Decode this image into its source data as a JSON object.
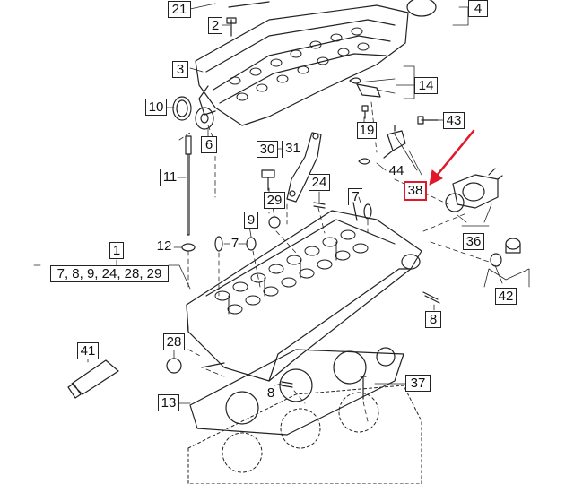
{
  "callouts": {
    "c21": "21",
    "c2": "2",
    "c4": "4",
    "c3": "3",
    "c14": "14",
    "c10": "10",
    "c6": "6",
    "c19": "19",
    "c43": "43",
    "c30": "30",
    "c31": "31",
    "c44": "44",
    "c38": "38",
    "c11": "11",
    "c24": "24",
    "c29": "29",
    "c7a": "7",
    "c9": "9",
    "c7b": "7",
    "c36": "36",
    "c12": "12",
    "c1": "1",
    "c_group1": "7, 8, 9, 24, 28, 29",
    "c42": "42",
    "c8a": "8",
    "c28": "28",
    "c41": "41",
    "c13": "13",
    "c8b": "8",
    "c37": "37"
  },
  "colors": {
    "line": "#222222",
    "highlight": "#e0182a",
    "background": "#ffffff"
  }
}
